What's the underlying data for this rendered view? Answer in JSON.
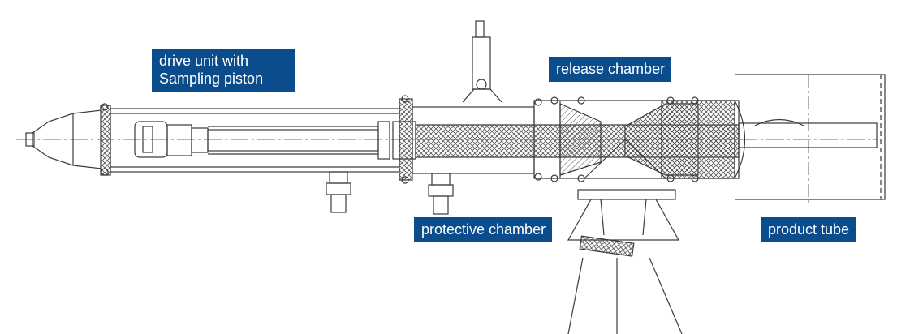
{
  "labels": {
    "drive_unit": "drive unit with\nSampling piston",
    "release_chamber": "release chamber",
    "protective_chamber": "protective chamber",
    "product_tube": "product tube"
  },
  "colors": {
    "label_background": "#0a4c8c",
    "label_text": "#ffffff",
    "line": "#3a3a3a",
    "hatch": "#555555"
  }
}
